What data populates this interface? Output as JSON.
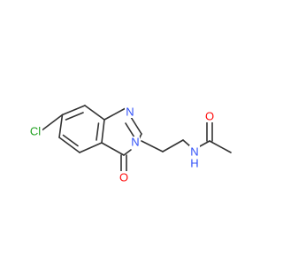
{
  "molecule": {
    "atoms": {
      "cl": {
        "label": "Cl",
        "color": "#1fa01f"
      },
      "n1": {
        "label": "N",
        "color": "#3050f8"
      },
      "n3": {
        "label": "N",
        "color": "#3050f8"
      },
      "o4": {
        "label": "O",
        "color": "#ff0d0d"
      },
      "nh": {
        "label": "N",
        "color": "#3050f8"
      },
      "h": {
        "label": "H",
        "color": "#3050f8"
      },
      "o2": {
        "label": "O",
        "color": "#ff0d0d"
      }
    },
    "bond_color": "#333333"
  }
}
